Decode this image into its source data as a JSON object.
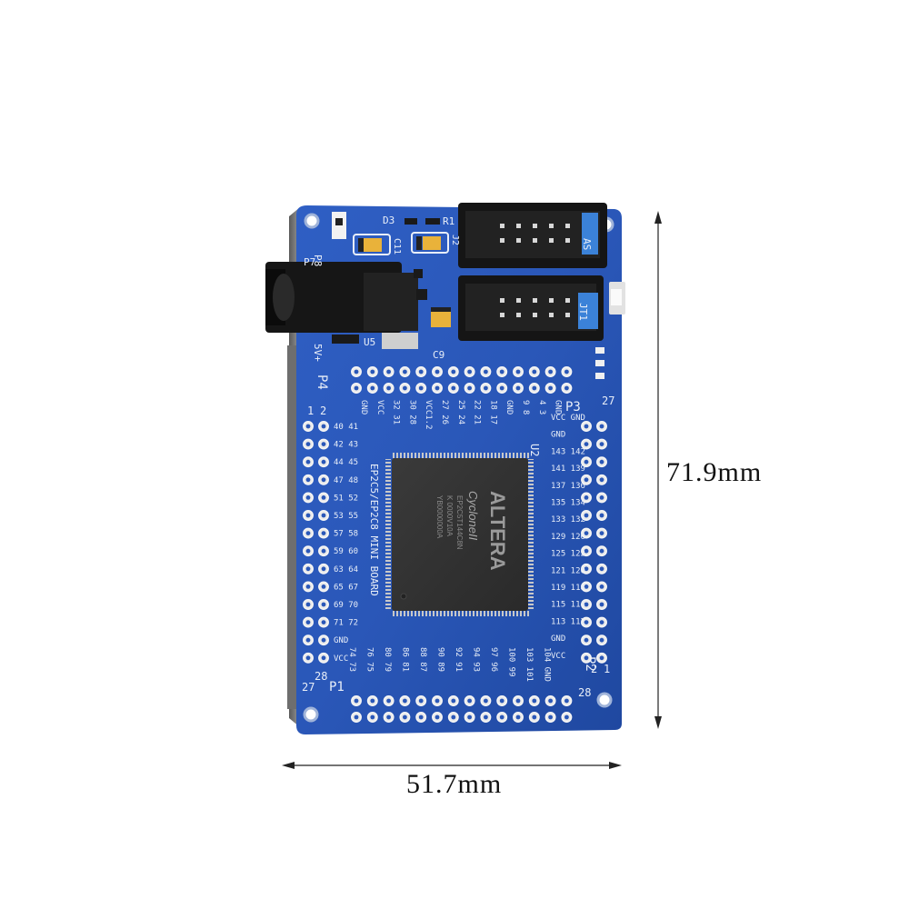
{
  "dimensions": {
    "height": "71.9mm",
    "width": "51.7mm"
  },
  "board": {
    "title": "EP2C5/EP2C8 MINI BOARD",
    "chip": {
      "brand": "ALTERA",
      "family": "CycloneII",
      "line1": "EP2C5T144C8N",
      "line2": "K 0000V10A",
      "line3": "YB0000000A"
    },
    "connectors": {
      "as": "AS",
      "jtag": "JT1",
      "j2": "J2"
    },
    "refs": {
      "p1": "P1",
      "p2": "P2",
      "p3": "P3",
      "p4": "P4",
      "p7": "P7",
      "p8": "P8",
      "u2": "U2",
      "u5": "U5",
      "c9": "C9",
      "c11": "C11",
      "d3": "D3",
      "r1": "R1",
      "power": "5V+"
    },
    "left_pins": [
      "40 41",
      "42 43",
      "44 45",
      "47 48",
      "51 52",
      "53 55",
      "57 58",
      "59 60",
      "63 64",
      "65 67",
      "69 70",
      "71 72",
      "GND",
      "VCC"
    ],
    "right_pins": [
      "VCC GND",
      "GND",
      "143 142",
      "141 139",
      "137 136",
      "135 134",
      "133 132",
      "129 126",
      "125 122",
      "121 120",
      "119 118",
      "115 114",
      "113 112",
      "GND",
      "VCC"
    ],
    "bottom_pins": [
      "74 73",
      "76 75",
      "80 79",
      "86 81",
      "88 87",
      "90 89",
      "92 91",
      "94 93",
      "97 96",
      "100 99",
      "103 101",
      "104 GND"
    ],
    "top_pins": [
      "GND",
      "VCC",
      "32 31",
      "30 28",
      "VCC1.2",
      "27 26",
      "25 24",
      "22 21",
      "18 17",
      "GND",
      "9 8",
      "4 3",
      "GND"
    ],
    "pin_numbers": {
      "one": "1",
      "two": "2",
      "twentyseven": "27",
      "twentyeight": "28"
    }
  }
}
